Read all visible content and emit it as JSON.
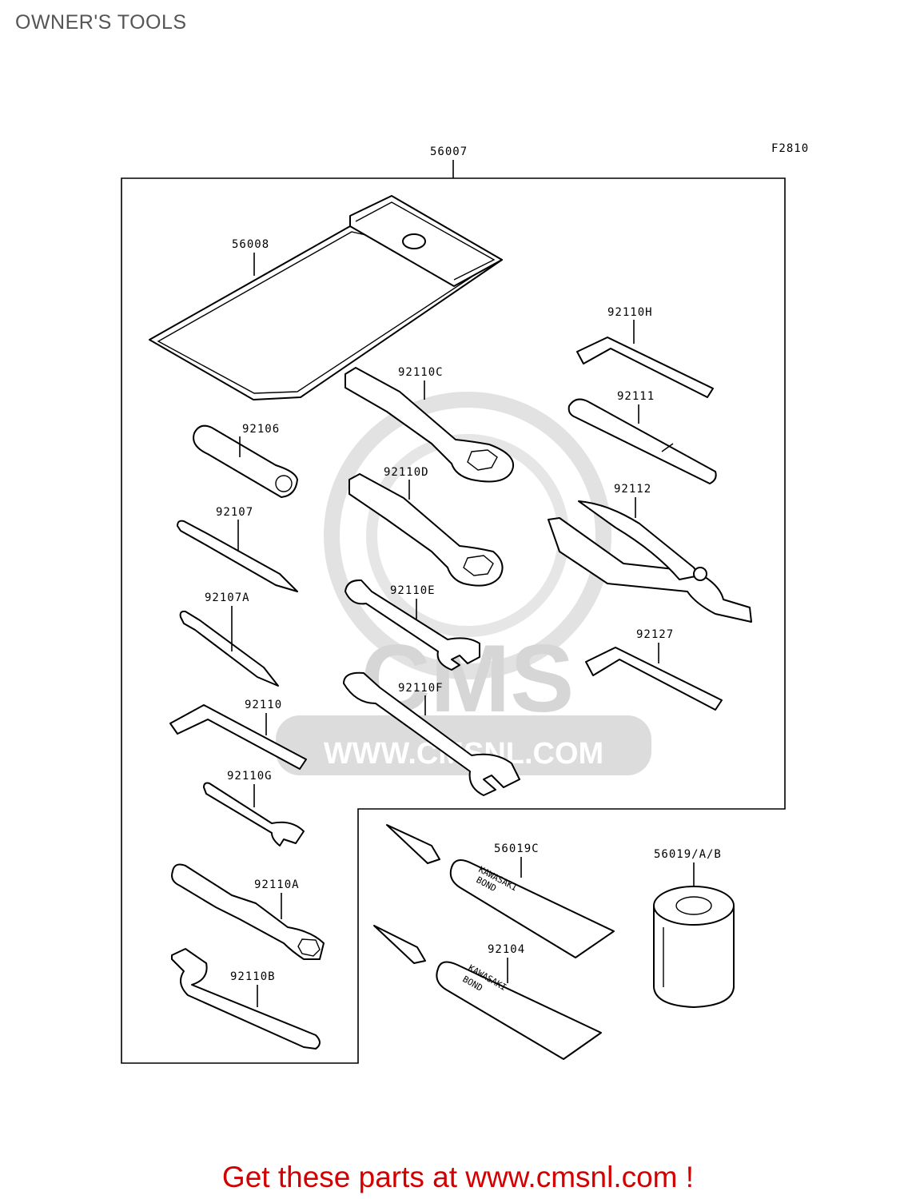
{
  "page": {
    "title": "OWNER'S TOOLS",
    "figure_code": "F2810",
    "footer": "Get these parts at www.cmsnl.com !"
  },
  "watermark": {
    "brand": "CMS",
    "url": "WWW.CMSNL.COM"
  },
  "parts": {
    "kit": "56007",
    "case": "56008",
    "p92110H": "92110H",
    "p92110C": "92110C",
    "p92111": "92111",
    "p92106": "92106",
    "p92110D": "92110D",
    "p92112": "92112",
    "p92107": "92107",
    "p92107A": "92107A",
    "p92110E": "92110E",
    "p92127": "92127",
    "p92110": "92110",
    "p92110F": "92110F",
    "p92110G": "92110G",
    "p56019C": "56019C",
    "p56019AB": "56019/A/B",
    "p92110A": "92110A",
    "p92104": "92104",
    "p92110B": "92110B"
  },
  "tube_text": {
    "brand": "KAWASAKI",
    "product": "BOND"
  }
}
